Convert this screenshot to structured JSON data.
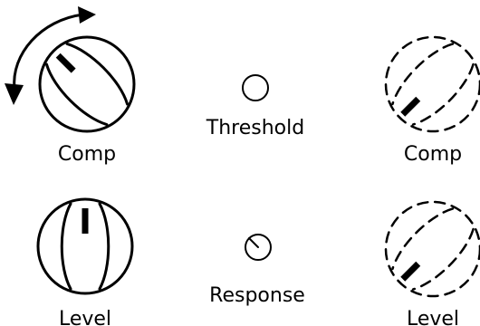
{
  "colors": {
    "ink": "#000000",
    "background": "#ffffff"
  },
  "controls": {
    "comp_knob": {
      "label": "Comp"
    },
    "threshold_knob": {
      "label": "Threshold"
    },
    "comp_ghost_knob": {
      "label": "Comp"
    },
    "level_knob": {
      "label": "Level"
    },
    "response_knob": {
      "label": "Response"
    },
    "level_ghost_knob": {
      "label": "Level"
    }
  },
  "icons": {
    "rotate": "curved-double-arrow-icon"
  }
}
